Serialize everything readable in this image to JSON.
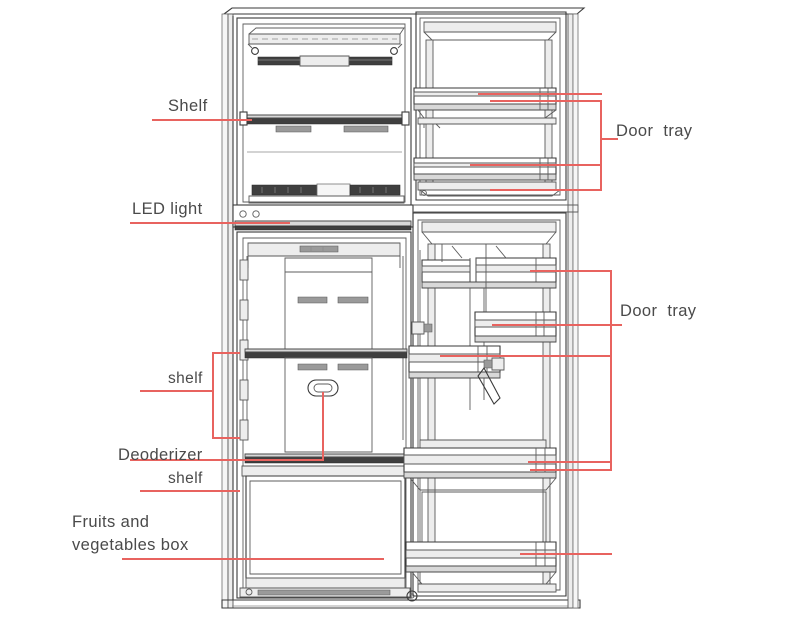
{
  "diagram": {
    "title": "Refrigerator interior parts diagram",
    "accent_color": "#e8635f",
    "line_color": "#3a3a3a",
    "background": "#ffffff"
  },
  "labels": {
    "shelf_freezer": "Shelf",
    "led_light": "LED light",
    "shelf_mid": "shelf",
    "deoderizer": "Deoderizer",
    "shelf_lower": "shelf",
    "fruits_line1": "Fruits and",
    "fruits_line2": "vegetables box",
    "door_tray_upper": "Door  tray",
    "door_tray_lower": "Door  tray"
  },
  "callouts": [
    {
      "name": "shelf-freezer",
      "label": "Shelf",
      "side": "left",
      "type": "line"
    },
    {
      "name": "led-light",
      "label": "LED light",
      "side": "left",
      "type": "line"
    },
    {
      "name": "shelf-mid",
      "label": "shelf",
      "side": "left",
      "type": "bracket"
    },
    {
      "name": "deoderizer",
      "label": "Deoderizer",
      "side": "left",
      "type": "elbow"
    },
    {
      "name": "shelf-lower",
      "label": "shelf",
      "side": "left",
      "type": "line"
    },
    {
      "name": "fruits-vegetables-box",
      "label": "Fruits and vegetables box",
      "side": "left",
      "type": "line"
    },
    {
      "name": "door-tray-upper",
      "label": "Door  tray",
      "side": "right",
      "type": "bracket"
    },
    {
      "name": "door-tray-lower",
      "label": "Door  tray",
      "side": "right",
      "type": "bracket"
    }
  ],
  "parts": {
    "freezer_compartment": "freezer-compartment",
    "fridge_compartment": "refrigerator-compartment",
    "freezer_door": "freezer-door",
    "fridge_door": "refrigerator-door",
    "crisper_drawer": "fruits-and-vegetables-box",
    "deoderizer_unit": "deoderizer-module",
    "led_strip": "led-light-strip"
  }
}
